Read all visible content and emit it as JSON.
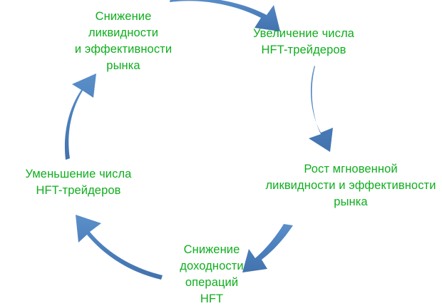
{
  "diagram": {
    "type": "cycle",
    "title": "",
    "background_color": "#FFFFFF",
    "text_color": "#0FAE1E",
    "arrow_color": "#4A7EBB",
    "direction": "clockwise",
    "node_count": 5,
    "nodes": [
      {
        "id": "decline-liquidity",
        "position": "top-left",
        "label": "Снижение\nликвидности\nи эффективности\nрынка"
      },
      {
        "id": "increase-hft",
        "position": "top-right",
        "label": "Увеличение числа\nHFT-трейдеров"
      },
      {
        "id": "growth-instant-liquidity",
        "position": "right",
        "label": "Рост мгновенной\nликвидности и эффективности\nрынка"
      },
      {
        "id": "decline-profitability",
        "position": "bottom",
        "label": "Снижение\nдоходности\nопераций\nHFT"
      },
      {
        "id": "decrease-hft",
        "position": "left",
        "label": "Уменьшение числа\nHFT-трейдеров"
      }
    ],
    "arrows": [
      {
        "id": "arrow-top",
        "from": "decline-liquidity",
        "to": "increase-hft",
        "shape": "curved-right-down",
        "direction": "right"
      },
      {
        "id": "arrow-right",
        "from": "increase-hft",
        "to": "growth-instant-liquidity",
        "shape": "curved-down",
        "direction": "down"
      },
      {
        "id": "arrow-bottom-right",
        "from": "growth-instant-liquidity",
        "to": "decline-profitability",
        "shape": "curved-down-left",
        "direction": "down-left"
      },
      {
        "id": "arrow-bottom-left",
        "from": "decline-profitability",
        "to": "decrease-hft",
        "shape": "curved-up-left",
        "direction": "up-left"
      },
      {
        "id": "arrow-left",
        "from": "decrease-hft",
        "to": "decline-liquidity",
        "shape": "curved-up",
        "direction": "up"
      }
    ]
  }
}
